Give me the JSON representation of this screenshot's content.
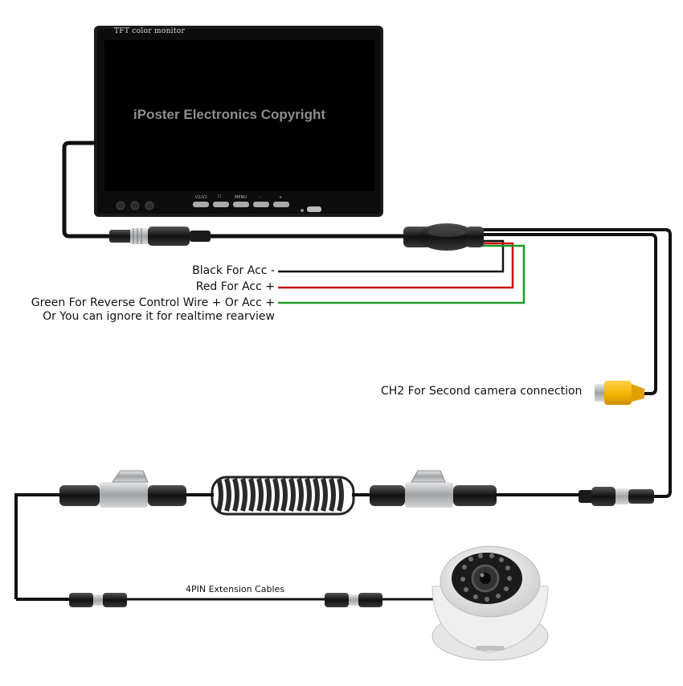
{
  "monitor": {
    "title": "TFT color monitor",
    "watermark": "iPoster Electronics Copyright",
    "button_labels": [
      "V1/V2",
      "☐",
      "MENU",
      "-",
      "+"
    ]
  },
  "wires": {
    "black_label": "Black For Acc -",
    "red_label": "Red For Acc +",
    "green_label": "Green For Reverse Control Wire + Or Acc +",
    "green_note": "Or You can ignore it for realtime rearview",
    "colors": {
      "black": "#111111",
      "red": "#cc1111",
      "green": "#1a9e2a"
    }
  },
  "ch2_label": "CH2 For Second camera connection",
  "extension_label": "4PIN Extension Cables",
  "colors": {
    "rca_yellow": "#f2b100",
    "camera_white": "#f2f2f2",
    "metal": "#b9bcbf"
  }
}
